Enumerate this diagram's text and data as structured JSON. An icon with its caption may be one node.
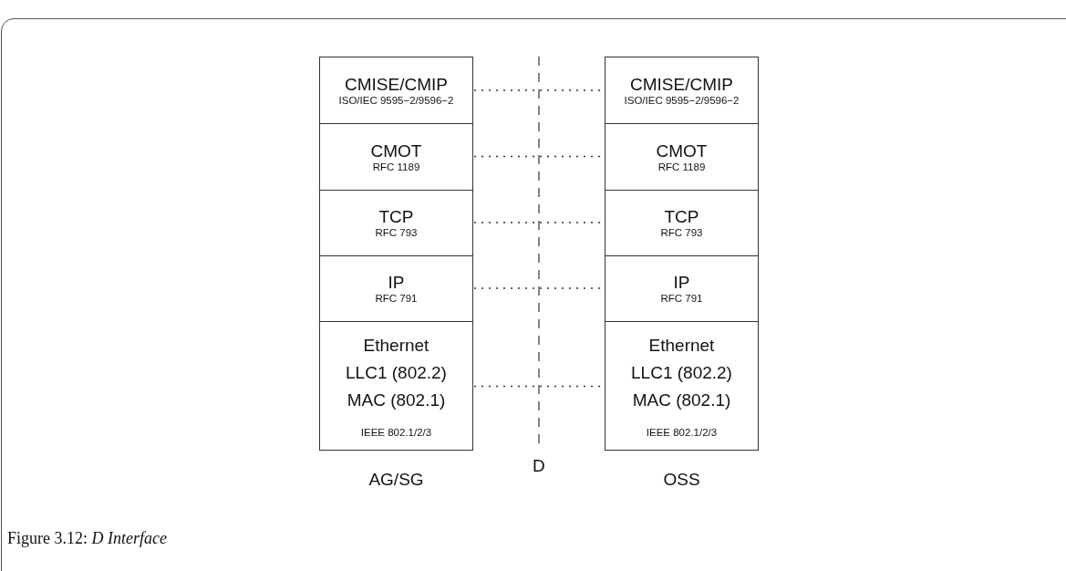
{
  "diagram": {
    "caption": "Figure 3.12: *D Interface*",
    "nodes": [
      {
        "text": [
          "AG/SG"
        ]
      },
      {
        "text": [
          "CMISE/CMIP",
          "ISO/IEC 9595−2/9596−2"
        ],
        "in": 0
      },
      {
        "text": [
          "CMOT",
          "RFC 1189"
        ],
        "in": 0
      },
      {
        "text": [
          "TCP",
          "RFC 793"
        ],
        "in": 0
      },
      {
        "text": [
          "IP",
          "RFC 791"
        ],
        "in": 0
      },
      {
        "text": [
          "Ethernet",
          "LLC1 (802.2)",
          "MAC (802.1)",
          "IEEE 802.1/2/3"
        ],
        "in": 0
      },
      {
        "text": [
          "OSS"
        ]
      },
      {
        "text": [
          "CMISE/CMIP",
          "ISO/IEC 9595−2/9596−2"
        ],
        "in": 6
      },
      {
        "text": [
          "CMOT",
          "RFC 1189"
        ],
        "in": 6
      },
      {
        "text": [
          "TCP",
          "RFC 793"
        ],
        "in": 6
      },
      {
        "text": [
          "IP",
          "RFC 791"
        ],
        "in": 6
      },
      {
        "text": [
          "Ethernet",
          "LLC1 (802.2)",
          "MAC (802.1)",
          "IEEE 802.1/2/3"
        ],
        "in": 6
      }
    ],
    "edges": [
      {
        "from": 1,
        "to": 7,
        "arrow": "none",
        "style": "dashed"
      },
      {
        "from": 2,
        "to": 8,
        "arrow": "none",
        "style": "dashed"
      },
      {
        "from": 3,
        "to": 9,
        "arrow": "none",
        "style": "dashed"
      },
      {
        "from": 4,
        "to": 10,
        "arrow": "none",
        "style": "dashed"
      },
      {
        "from": 5,
        "to": 11,
        "arrow": "none",
        "style": "dashed"
      }
    ],
    "labels": [
      "D"
    ]
  }
}
